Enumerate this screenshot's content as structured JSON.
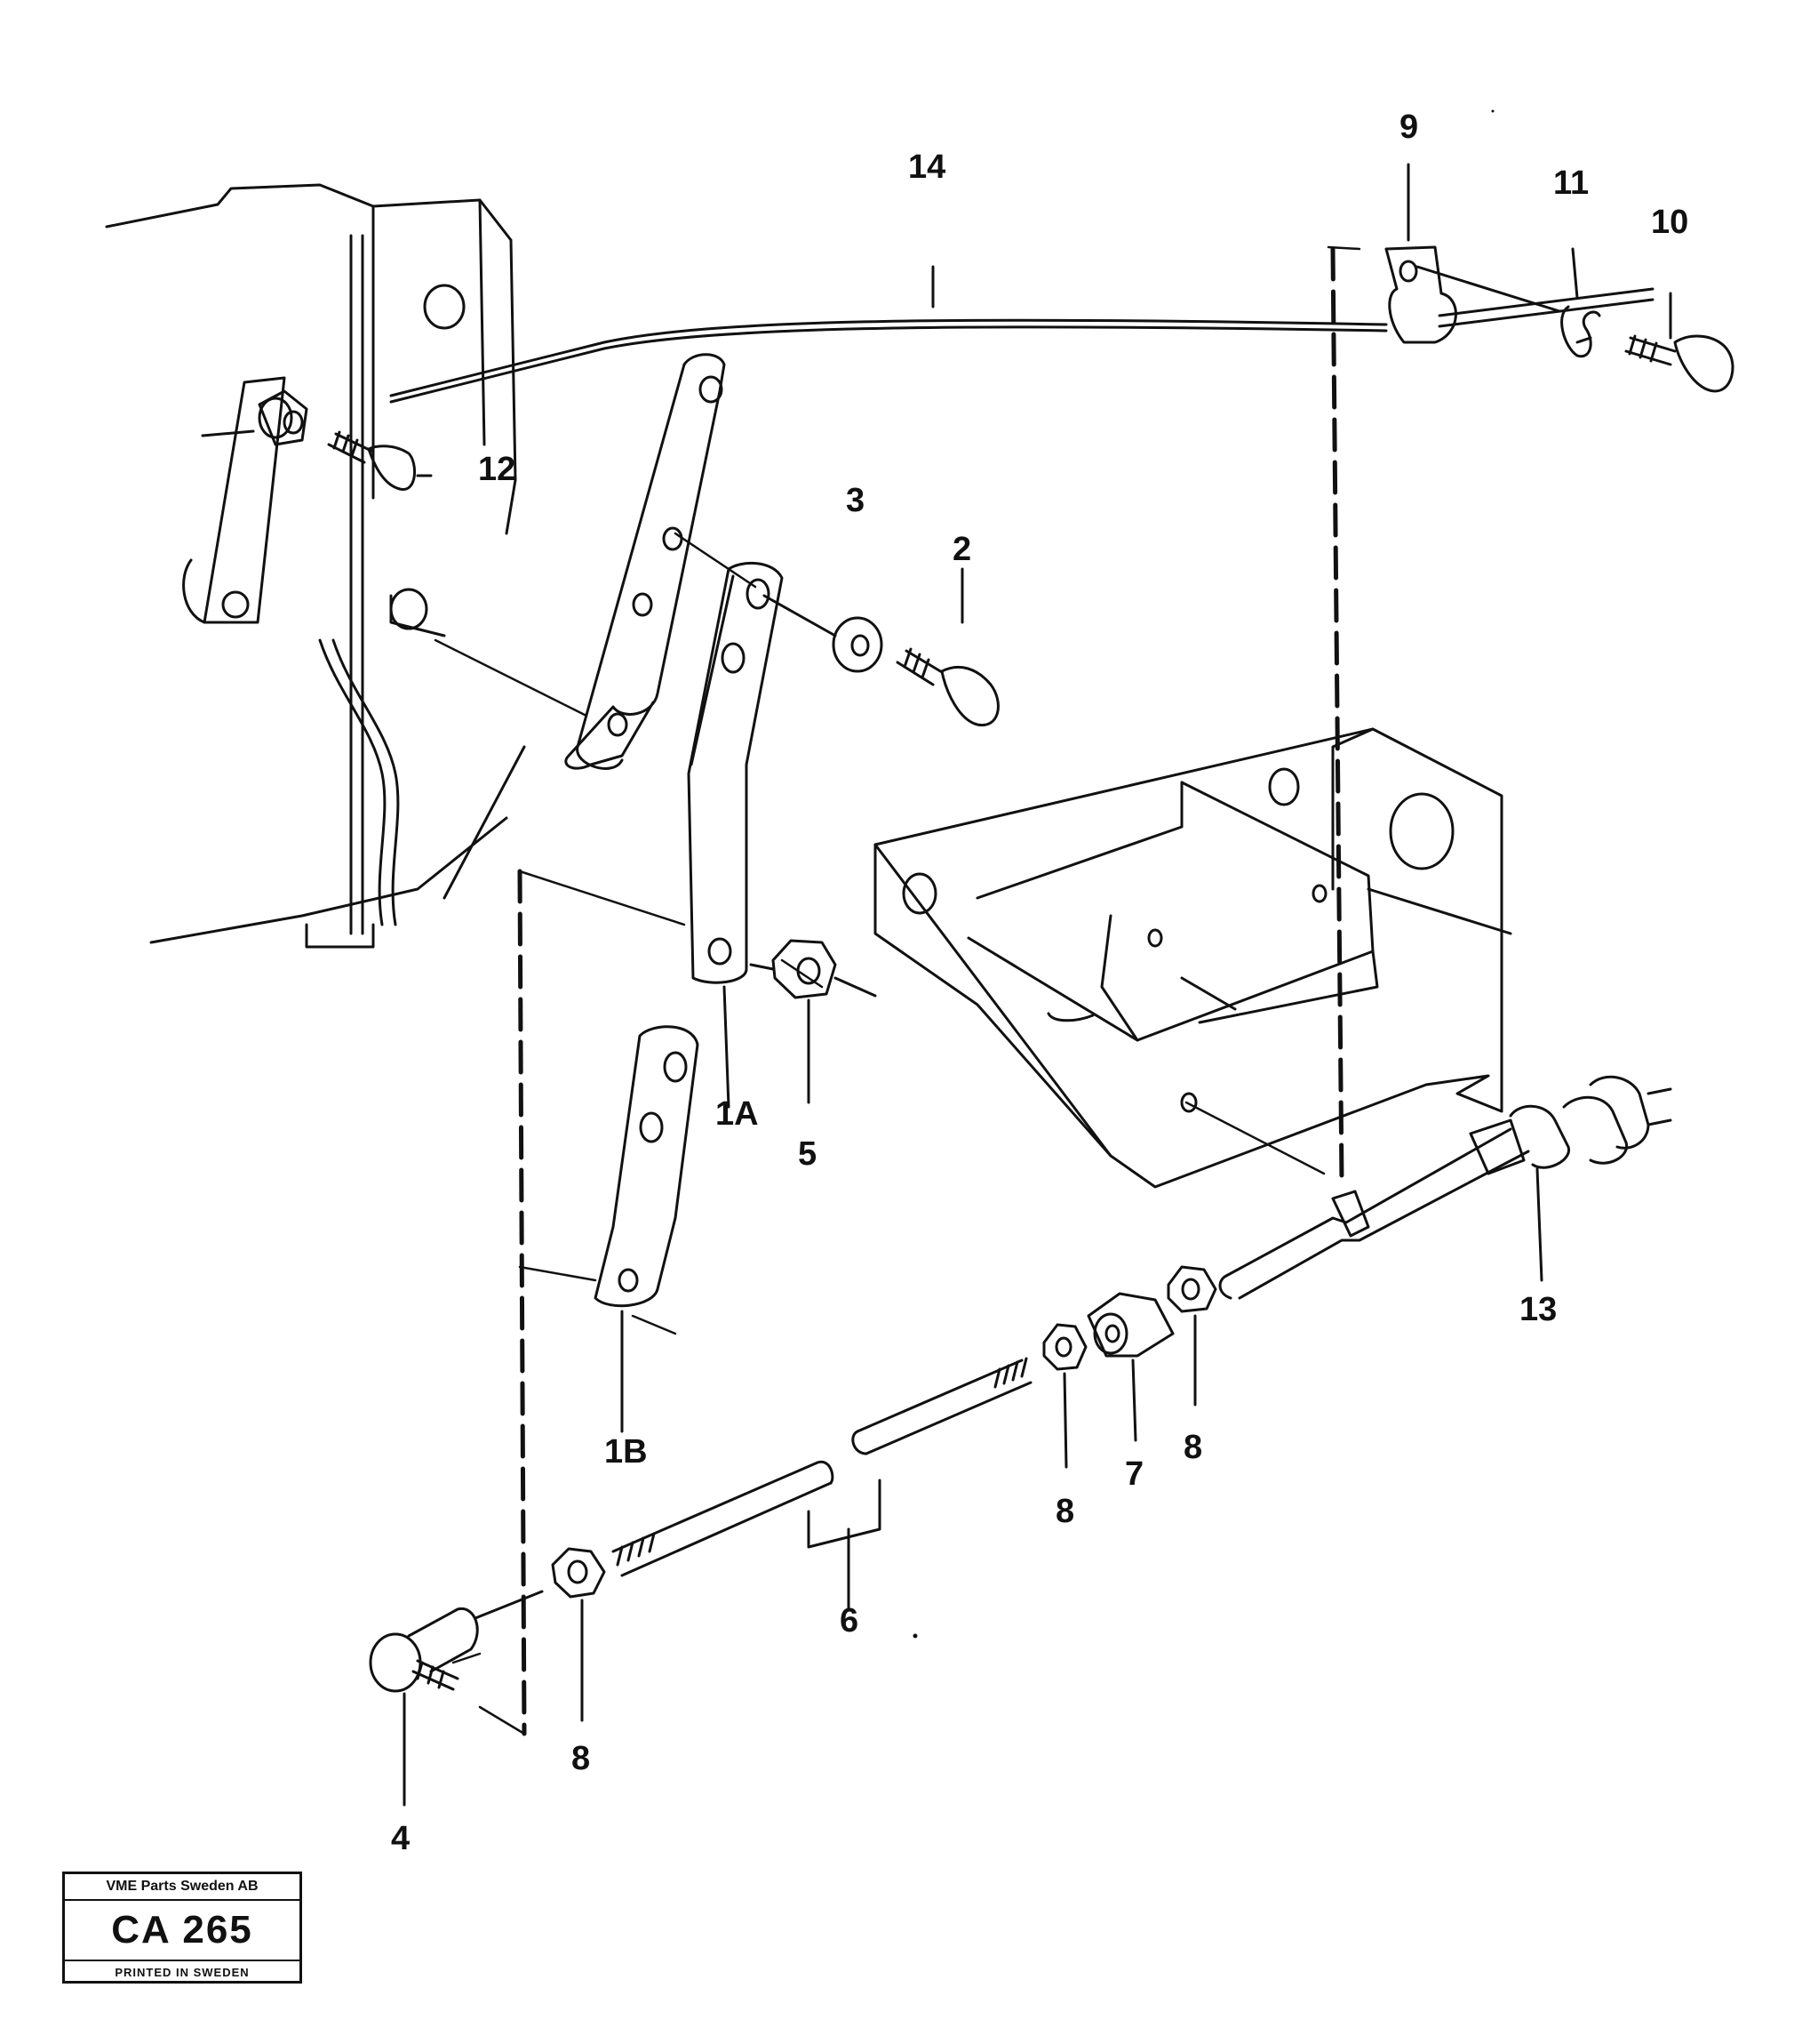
{
  "callouts": {
    "c1A": "1A",
    "c1B": "1B",
    "c2": "2",
    "c3": "3",
    "c4": "4",
    "c5": "5",
    "c6": "6",
    "c7": "7",
    "c8a": "8",
    "c8b": "8",
    "c8c": "8",
    "c9": "9",
    "c10": "10",
    "c11": "11",
    "c12": "12",
    "c13": "13",
    "c14": "14"
  },
  "stamp": {
    "company": "VME Parts Sweden AB",
    "code": "CA 265",
    "printed": "PRINTED IN SWEDEN"
  }
}
